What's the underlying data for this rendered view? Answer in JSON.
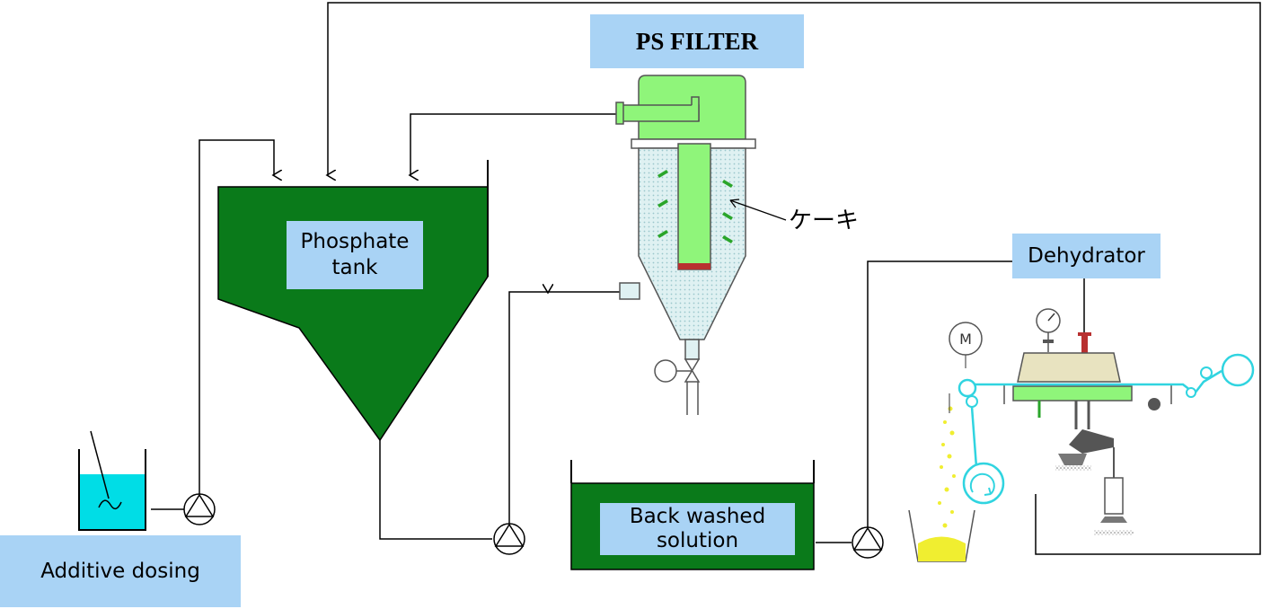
{
  "labels": {
    "title": "PS FILTER",
    "phosphate_tank": "Phosphate\ntank",
    "back_washed_solution": "Back washed\nsolution",
    "additive_dosing": "Additive dosing",
    "dehydrator": "Dehydrator",
    "cake": "ケーキ",
    "motor": "M"
  },
  "colors": {
    "tank_green": "#0a7a1a",
    "filter_green": "#8ff57a",
    "label_blue": "#a9d3f5",
    "liquid_cyan": "#00dde6",
    "belt_cyan": "#30d4e0",
    "cake_yellow": "#f0ee30",
    "cake_red": "#b83030"
  }
}
